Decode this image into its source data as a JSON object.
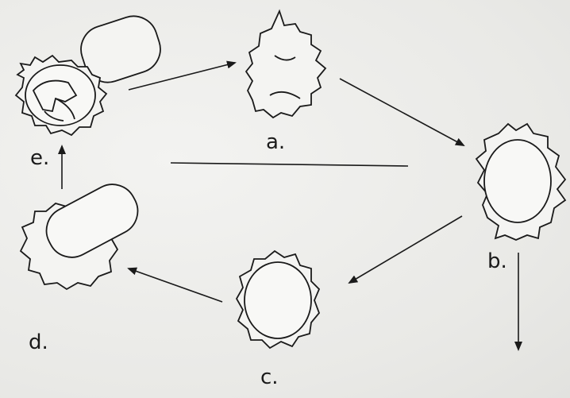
{
  "labels": {
    "a": "a.",
    "b": "b.",
    "c": "c.",
    "d": "d.",
    "e": "e."
  },
  "colors": {
    "ink": "#1a1a1a",
    "paper": "#ececea"
  }
}
